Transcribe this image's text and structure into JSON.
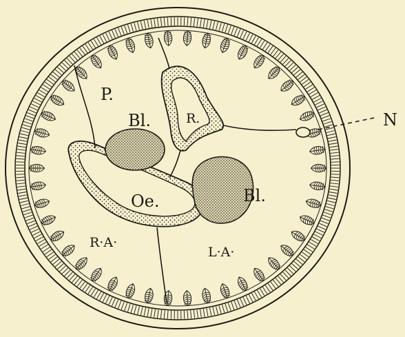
{
  "diagram": {
    "colors": {
      "paper": "#f7f0cf",
      "ink": "#1a1a14",
      "stipple": "#d8cfa8"
    },
    "labels": {
      "P": "P.",
      "R": "R.",
      "Bl_upper": "Bl.",
      "Bl_right": "Bl.",
      "Oe": "Oe.",
      "RA": "R·A·",
      "LA": "L·A·",
      "N": "N"
    }
  }
}
